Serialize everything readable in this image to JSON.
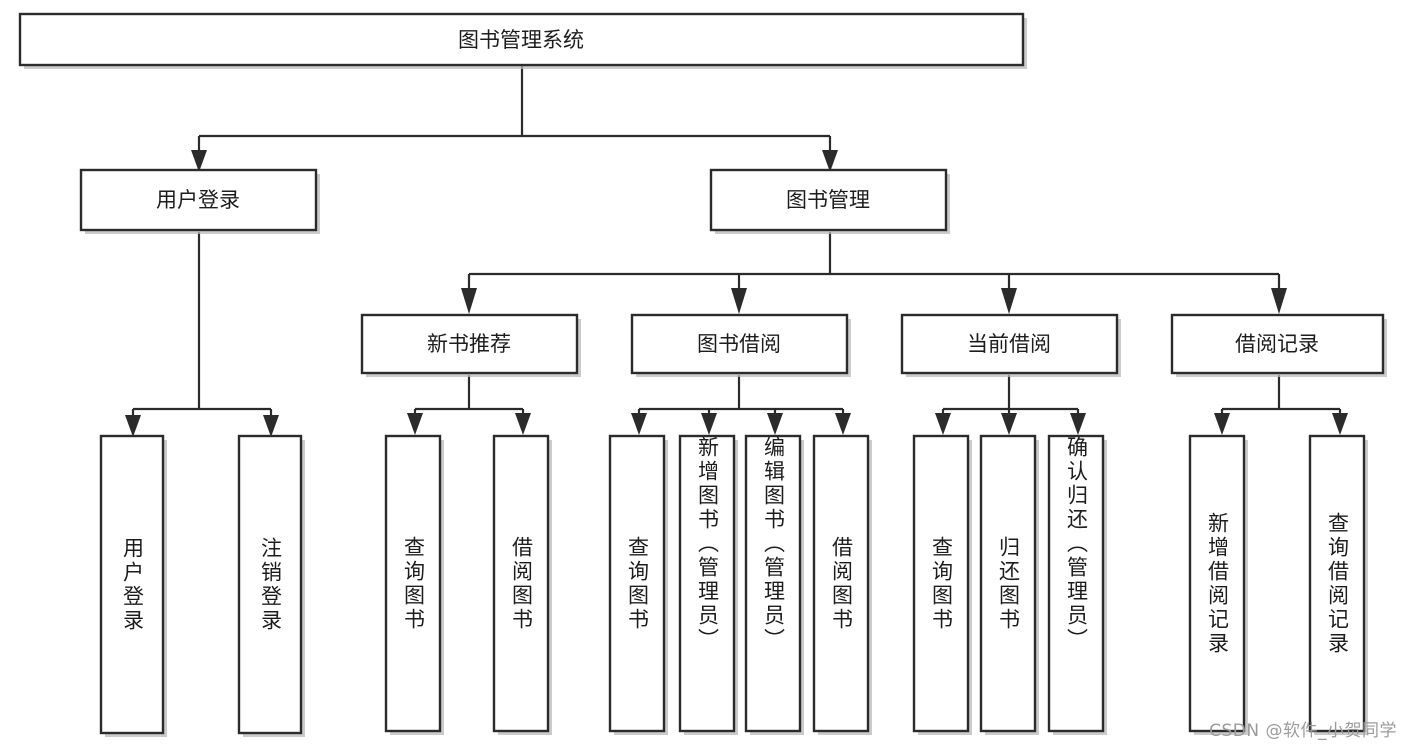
{
  "diagram": {
    "type": "hierarchy-tree",
    "title": "图书管理系统",
    "orientation": "top-down",
    "colors": {
      "box_fill": "#ffffff",
      "box_stroke": "#2b2b2b",
      "edge": "#2b2b2b",
      "text": "#1d1d1d",
      "watermark": "#9b9b9b",
      "background": "#ffffff"
    },
    "nodes": {
      "root": {
        "label": "图书管理系统"
      },
      "level2": [
        {
          "id": "user-login",
          "label": "用户登录"
        },
        {
          "id": "book-manage",
          "label": "图书管理"
        }
      ],
      "level3": [
        {
          "id": "new-book-recommend",
          "label": "新书推荐"
        },
        {
          "id": "book-borrow",
          "label": "图书借阅"
        },
        {
          "id": "current-borrow",
          "label": "当前借阅"
        },
        {
          "id": "borrow-record",
          "label": "借阅记录"
        }
      ],
      "leaves": {
        "user-login": [
          {
            "id": "leaf-user-login",
            "label": "用户登录"
          },
          {
            "id": "leaf-logout-login",
            "label": "注销登录"
          }
        ],
        "new-book-recommend": [
          {
            "id": "leaf-query-book-1",
            "label": "查询图书"
          },
          {
            "id": "leaf-borrow-book-1",
            "label": "借阅图书"
          }
        ],
        "book-borrow": [
          {
            "id": "leaf-query-book-2",
            "label": "查询图书"
          },
          {
            "id": "leaf-add-book",
            "label": "新增图书（管理员）"
          },
          {
            "id": "leaf-edit-book",
            "label": "编辑图书（管理员）"
          },
          {
            "id": "leaf-borrow-book-2",
            "label": "借阅图书"
          }
        ],
        "current-borrow": [
          {
            "id": "leaf-query-book-3",
            "label": "查询图书"
          },
          {
            "id": "leaf-return-book",
            "label": "归还图书"
          },
          {
            "id": "leaf-confirm-return",
            "label": "确认归还（管理员）"
          }
        ],
        "borrow-record": [
          {
            "id": "leaf-add-borrow-record",
            "label": "新增借阅记录"
          },
          {
            "id": "leaf-query-borrow-record",
            "label": "查询借阅记录"
          }
        ]
      }
    }
  },
  "watermark": {
    "text": "CSDN @软件_小贺同学"
  }
}
